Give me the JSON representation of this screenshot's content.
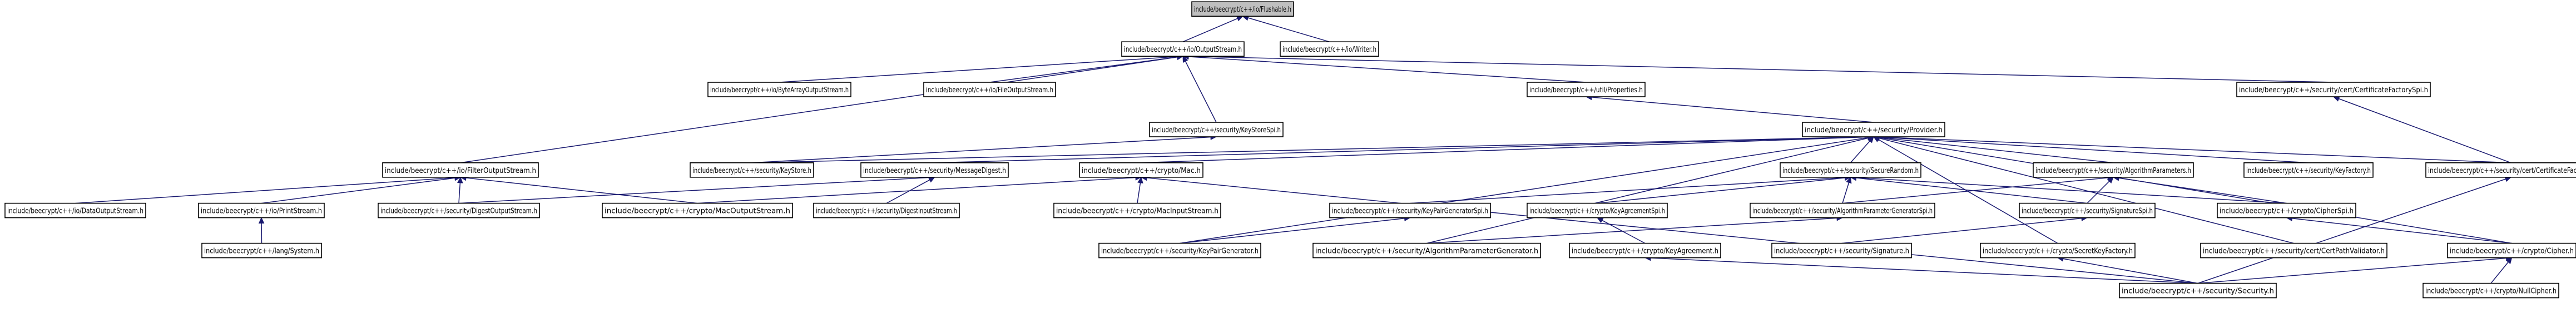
{
  "diagram": {
    "kind": "include-dependency-graph",
    "colors": {
      "edge": "#191970",
      "root_fill": "#bfbfbf",
      "node_fill": "#ffffff",
      "border": "#000000"
    },
    "nodes": [
      {
        "id": "n0",
        "label": "include/beecrypt/c++/io/Flushable.h",
        "root": true
      },
      {
        "id": "n1",
        "label": "include/beecrypt/c++/io/OutputStream.h"
      },
      {
        "id": "n2",
        "label": "include/beecrypt/c++/io/Writer.h"
      },
      {
        "id": "n3",
        "label": "include/beecrypt/c++/io/ByteArrayOutputStream.h"
      },
      {
        "id": "n4",
        "label": "include/beecrypt/c++/io/FileOutputStream.h"
      },
      {
        "id": "n5",
        "label": "include/beecrypt/c++/util/Properties.h"
      },
      {
        "id": "n6",
        "label": "include/beecrypt/c++/security/cert/CertificateFactorySpi.h"
      },
      {
        "id": "n7",
        "label": "include/beecrypt/c++/security/KeyStoreSpi.h"
      },
      {
        "id": "n8",
        "label": "include/beecrypt/c++/security/Provider.h"
      },
      {
        "id": "n9",
        "label": "include/beecrypt/c++/io/FilterOutputStream.h"
      },
      {
        "id": "n10",
        "label": "include/beecrypt/c++/security/KeyStore.h"
      },
      {
        "id": "n11",
        "label": "include/beecrypt/c++/security/MessageDigest.h"
      },
      {
        "id": "n12",
        "label": "include/beecrypt/c++/crypto/Mac.h"
      },
      {
        "id": "n13",
        "label": "include/beecrypt/c++/security/SecureRandom.h"
      },
      {
        "id": "n14",
        "label": "include/beecrypt/c++/security/AlgorithmParameters.h"
      },
      {
        "id": "n15",
        "label": "include/beecrypt/c++/security/KeyFactory.h"
      },
      {
        "id": "n16",
        "label": "include/beecrypt/c++/security/cert/CertificateFactory.h"
      },
      {
        "id": "n17",
        "label": "include/beecrypt/c++/io/DataOutputStream.h"
      },
      {
        "id": "n18",
        "label": "include/beecrypt/c++/io/PrintStream.h"
      },
      {
        "id": "n19",
        "label": "include/beecrypt/c++/security/DigestOutputStream.h"
      },
      {
        "id": "n20",
        "label": "include/beecrypt/c++/crypto/MacOutputStream.h"
      },
      {
        "id": "n21",
        "label": "include/beecrypt/c++/security/DigestInputStream.h"
      },
      {
        "id": "n22",
        "label": "include/beecrypt/c++/crypto/MacInputStream.h"
      },
      {
        "id": "n23",
        "label": "include/beecrypt/c++/security/KeyPairGeneratorSpi.h"
      },
      {
        "id": "n24",
        "label": "include/beecrypt/c++/crypto/KeyAgreementSpi.h"
      },
      {
        "id": "n25",
        "label": "include/beecrypt/c++/security/AlgorithmParameterGeneratorSpi.h"
      },
      {
        "id": "n26",
        "label": "include/beecrypt/c++/security/SignatureSpi.h"
      },
      {
        "id": "n27",
        "label": "include/beecrypt/c++/crypto/CipherSpi.h"
      },
      {
        "id": "n28",
        "label": "include/beecrypt/c++/lang/System.h"
      },
      {
        "id": "n29",
        "label": "include/beecrypt/c++/security/KeyPairGenerator.h"
      },
      {
        "id": "n30",
        "label": "include/beecrypt/c++/security/AlgorithmParameterGenerator.h"
      },
      {
        "id": "n31",
        "label": "include/beecrypt/c++/crypto/KeyAgreement.h"
      },
      {
        "id": "n32",
        "label": "include/beecrypt/c++/security/Signature.h"
      },
      {
        "id": "n33",
        "label": "include/beecrypt/c++/crypto/SecretKeyFactory.h"
      },
      {
        "id": "n34",
        "label": "include/beecrypt/c++/security/cert/CertPathValidator.h"
      },
      {
        "id": "n35",
        "label": "include/beecrypt/c++/crypto/Cipher.h"
      },
      {
        "id": "n36",
        "label": "include/beecrypt/c++/security/Security.h"
      },
      {
        "id": "n37",
        "label": "include/beecrypt/c++/crypto/NullCipher.h"
      }
    ],
    "edges": [
      [
        "n0",
        "n1"
      ],
      [
        "n0",
        "n2"
      ],
      [
        "n1",
        "n3"
      ],
      [
        "n1",
        "n4"
      ],
      [
        "n1",
        "n5"
      ],
      [
        "n1",
        "n6"
      ],
      [
        "n1",
        "n7"
      ],
      [
        "n1",
        "n9"
      ],
      [
        "n5",
        "n8"
      ],
      [
        "n6",
        "n16"
      ],
      [
        "n7",
        "n10"
      ],
      [
        "n8",
        "n10"
      ],
      [
        "n8",
        "n11"
      ],
      [
        "n8",
        "n12"
      ],
      [
        "n8",
        "n13"
      ],
      [
        "n8",
        "n14"
      ],
      [
        "n8",
        "n15"
      ],
      [
        "n8",
        "n16"
      ],
      [
        "n8",
        "n29"
      ],
      [
        "n8",
        "n30"
      ],
      [
        "n8",
        "n33"
      ],
      [
        "n8",
        "n34"
      ],
      [
        "n8",
        "n35"
      ],
      [
        "n9",
        "n17"
      ],
      [
        "n9",
        "n18"
      ],
      [
        "n9",
        "n19"
      ],
      [
        "n9",
        "n20"
      ],
      [
        "n11",
        "n19"
      ],
      [
        "n11",
        "n21"
      ],
      [
        "n12",
        "n20"
      ],
      [
        "n12",
        "n22"
      ],
      [
        "n12",
        "n36"
      ],
      [
        "n13",
        "n23"
      ],
      [
        "n13",
        "n24"
      ],
      [
        "n13",
        "n25"
      ],
      [
        "n13",
        "n26"
      ],
      [
        "n13",
        "n27"
      ],
      [
        "n14",
        "n25"
      ],
      [
        "n14",
        "n26"
      ],
      [
        "n14",
        "n27"
      ],
      [
        "n16",
        "n36"
      ],
      [
        "n18",
        "n28"
      ],
      [
        "n23",
        "n29"
      ],
      [
        "n24",
        "n31"
      ],
      [
        "n25",
        "n30"
      ],
      [
        "n26",
        "n32"
      ],
      [
        "n27",
        "n35"
      ],
      [
        "n31",
        "n36"
      ],
      [
        "n33",
        "n36"
      ],
      [
        "n35",
        "n36"
      ],
      [
        "n35",
        "n37"
      ]
    ]
  }
}
